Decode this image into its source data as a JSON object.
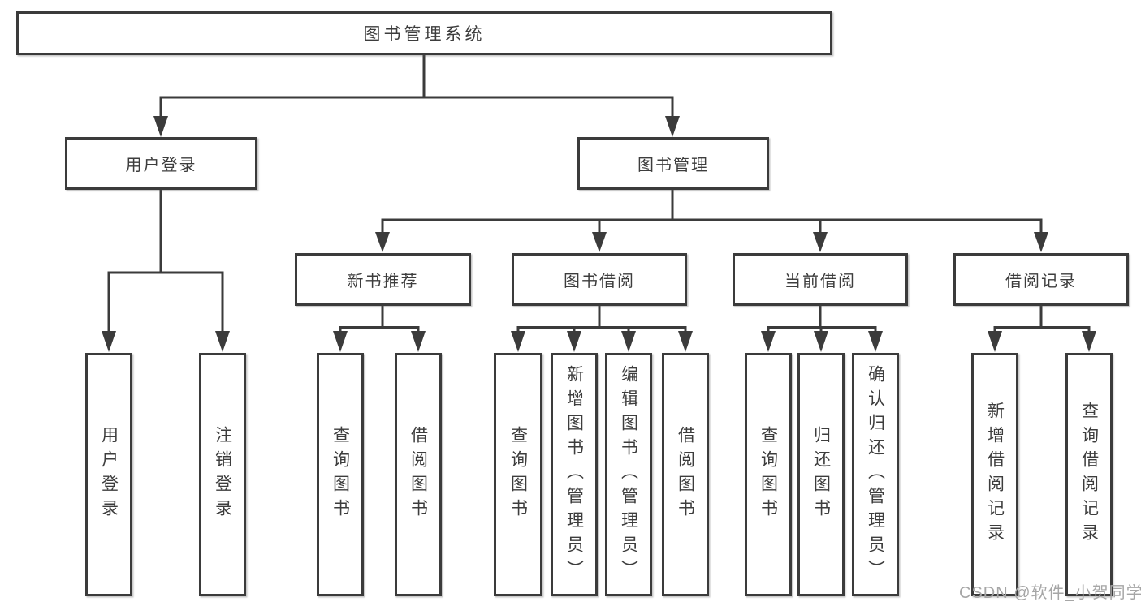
{
  "diagram_title": "图书管理系统",
  "nodes": {
    "root": "图书管理系统",
    "user_login": "用户登录",
    "book_management": "图书管理",
    "new_book_recommend": "新书推荐",
    "book_borrow": "图书借阅",
    "current_borrow": "当前借阅",
    "borrow_records": "借阅记录",
    "user_login_children": [
      "用户登录",
      "注销登录"
    ],
    "new_book_children": [
      "查询图书",
      "借阅图书"
    ],
    "book_borrow_children": [
      "查询图书",
      "新增图书（管理员）",
      "编辑图书（管理员）",
      "借阅图书"
    ],
    "current_borrow_children": [
      "查询图书",
      "归还图书",
      "确认归还（管理员）"
    ],
    "borrow_records_children": [
      "新增借阅记录",
      "查询借阅记录"
    ]
  },
  "watermark": "CSDN @软件_小贺同学",
  "colors": {
    "line": "#3b3b3b",
    "text": "#3d3d3d",
    "box_background": "#ffffff",
    "watermark": "#a6a6a6"
  }
}
